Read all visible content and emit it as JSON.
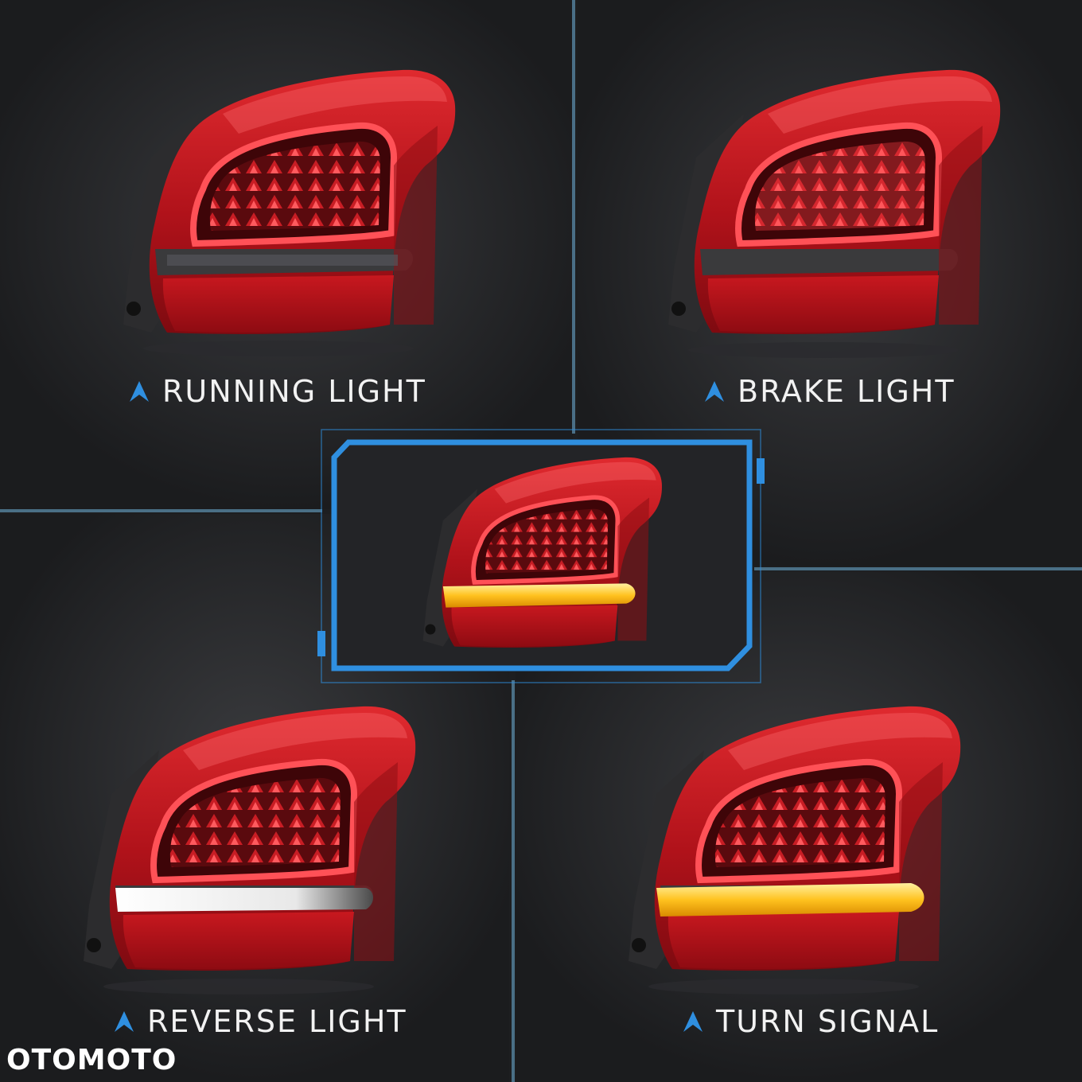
{
  "panels": {
    "top_left": {
      "label": "RUNNING LIGHT",
      "icon": "chevron-up-icon"
    },
    "top_right": {
      "label": "BRAKE LIGHT",
      "icon": "chevron-up-icon"
    },
    "bottom_left": {
      "label": "REVERSE LIGHT",
      "icon": "chevron-up-icon"
    },
    "bottom_right": {
      "label": "TURN SIGNAL",
      "icon": "chevron-up-icon"
    }
  },
  "brand": {
    "name": "OTOMOTO"
  },
  "colors": {
    "background": "#1d1e20",
    "accent_blue": "#2f8fe0",
    "lamp_red": "#c4161c",
    "amber": "#ffb21a",
    "white_light": "#f4f4f4"
  }
}
